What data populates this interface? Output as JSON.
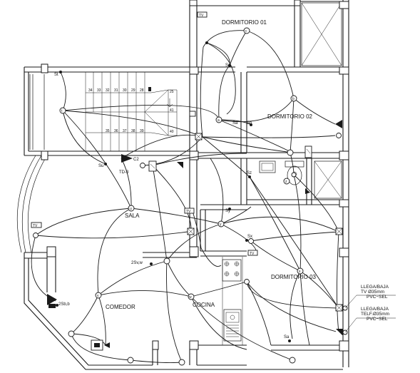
{
  "rooms": {
    "dormitorio_01": "DORMITORIO 01",
    "dormitorio_02": "DORMITORIO 02",
    "dormitorio_03": "DORMITORIO 03",
    "sala": "SALA",
    "comedor": "COMEDOR",
    "cocina": "COCINA"
  },
  "switches": {
    "st": "St",
    "sc": "Sc",
    "sa_d2": "Sa",
    "sb_d2": "Sb",
    "su": "Su",
    "sz": "Sz",
    "sy": "Sy",
    "sx": "Sx",
    "sa_bottom": "Sa",
    "s2v_w": "2Sv,w",
    "s2b_b": "2Sb,b"
  },
  "tags": {
    "tv": "TV",
    "td3": "TD-3",
    "c2": "C2"
  },
  "stair": {
    "top_row": [
      "34",
      "33",
      "32",
      "31",
      "30",
      "29",
      "28"
    ],
    "bottom_row": [
      "35",
      "36",
      "37",
      "38",
      "39"
    ],
    "right_top": "25",
    "right_mid": "41",
    "right_bot": "40"
  },
  "notes": {
    "tv_line1": "LLEGA/BAJA",
    "tv_line2": "TV  Ø35mm",
    "tv_line3": "PVC−SEL",
    "tel_line1": "LLEGA/BAJA",
    "tel_line2": "TELF.Ø35mm",
    "tel_line3": "PVC−SEL"
  },
  "outlet_marks": {
    "b": "b",
    "c": "c",
    "u": "u",
    "v": "v",
    "w": "w",
    "x": "x",
    "y": "y",
    "z": "z",
    "a": "a",
    "t": "t"
  }
}
